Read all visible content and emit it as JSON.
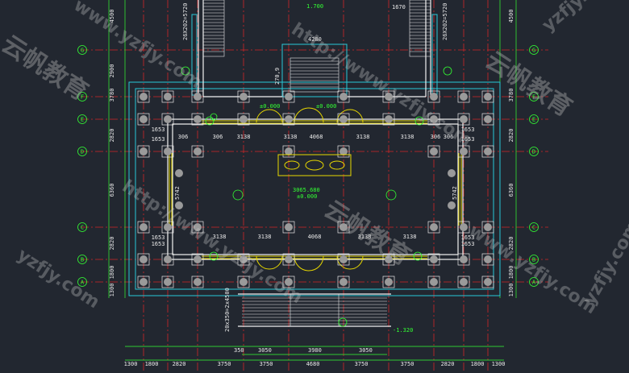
{
  "axes": {
    "rows": [
      "G",
      "F",
      "E",
      "D",
      "C",
      "B",
      "A"
    ],
    "columns": []
  },
  "bottom_dims": [
    "1300",
    "1800",
    "2820",
    "3750",
    "3750",
    "4680",
    "3750",
    "3750",
    "2820",
    "1800",
    "1300"
  ],
  "left_dims": [
    "4500",
    "2900",
    "3780",
    "2820",
    "6360",
    "2820",
    "1800",
    "1300"
  ],
  "right_dims": [
    "4500",
    "3780",
    "2820",
    "6360",
    "2820",
    "1800",
    "1300"
  ],
  "top_labels": {
    "stair_left": "26X202=5720",
    "stair_right": "26X202=5720",
    "level_top": "1.700",
    "dim_1670": "1670",
    "dim_4280": "4280"
  },
  "inner_dims_top": [
    "306",
    "306",
    "3138",
    "3138",
    "4068",
    "3138",
    "3138",
    "306",
    "306"
  ],
  "inner_dims_bottom": [
    "3138",
    "3138",
    "4068",
    "3138",
    "3138"
  ],
  "labels": {
    "center_level": "3065.680",
    "center_zero": "±0.000",
    "left_zero": "±0.000",
    "right_zero": "±0.000",
    "bottom_level": "-1.320",
    "side_5742_l": "5742",
    "side_5742_r": "5742",
    "h_1653": "1653",
    "stair_bottom": "20x350=2x4500",
    "stair_top_mid": "270,9",
    "bottom_sub_a": "3050",
    "bottom_sub_b": "3980",
    "bottom_sub_c": "3050",
    "bottom_350": "350"
  },
  "watermarks": {
    "url_1": "www.yzfjy.com",
    "url_2": "http://www.yzfjy.com",
    "url_3": "yzfjy.com",
    "cn": "云帆教育"
  }
}
